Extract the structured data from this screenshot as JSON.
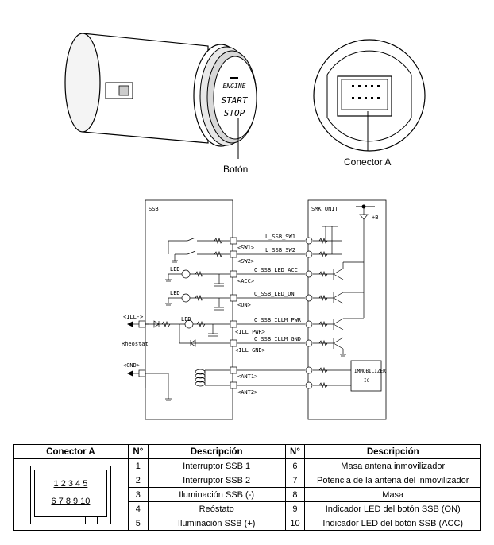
{
  "labels": {
    "boton": "Botón",
    "conector_a": "Conector A",
    "button_text": [
      "ENGINE",
      "START",
      "STOP"
    ]
  },
  "schematic": {
    "ssb": "SSB",
    "smk_unit": "SMK UNIT",
    "plus_b": "+B",
    "rheostat": "Rheostat",
    "ill_minus": "<ILL->",
    "gnd": "<GND>",
    "led": "LED",
    "immobilizer": [
      "IMMOBILIZER",
      "IC"
    ],
    "ports": [
      "<SW1>",
      "<SW2>",
      "<ACC>",
      "<ON>",
      "<ILL PWR>",
      "<ILL GND>",
      "<ANT1>",
      "<ANT2>"
    ],
    "signals": [
      "L_SSB_SW1",
      "L_SSB_SW2",
      "O_SSB_LED_ACC",
      "O_SSB_LED_ON",
      "O_SSB_ILLM_PWR",
      "O_SSB_ILLM_GND"
    ]
  },
  "table": {
    "headers": [
      "Conector A",
      "N°",
      "Descripción",
      "N°",
      "Descripción"
    ],
    "connector_top_pins": "1 2 3 4 5",
    "connector_bottom_pins": "6 7 8 9 10",
    "rows": [
      {
        "n1": "1",
        "d1": "Interruptor SSB 1",
        "n2": "6",
        "d2": "Masa antena inmovilizador"
      },
      {
        "n1": "2",
        "d1": "Interruptor SSB 2",
        "n2": "7",
        "d2": "Potencia de la antena del inmovilizador"
      },
      {
        "n1": "3",
        "d1": "Iluminación SSB (-)",
        "n2": "8",
        "d2": "Masa"
      },
      {
        "n1": "4",
        "d1": "Reóstato",
        "n2": "9",
        "d2": "Indicador LED del botón SSB (ON)"
      },
      {
        "n1": "5",
        "d1": "Iluminación SSB (+)",
        "n2": "10",
        "d2": "Indicador LED del botón SSB (ACC)"
      }
    ]
  }
}
